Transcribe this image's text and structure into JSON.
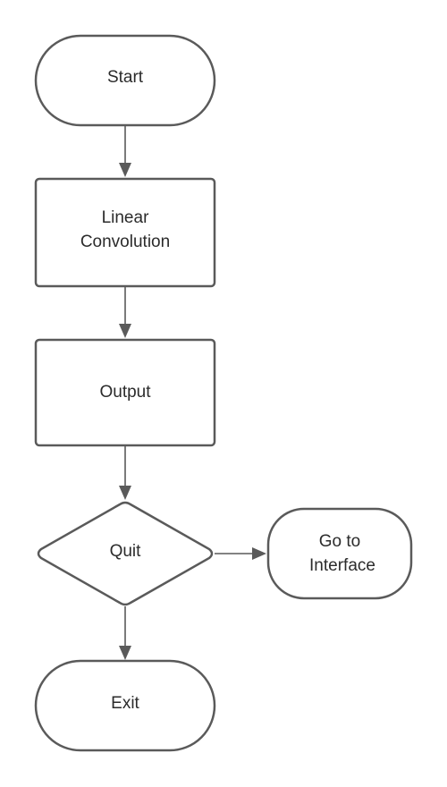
{
  "flowchart": {
    "start": {
      "label": "Start"
    },
    "linear_convolution": {
      "line1": "Linear",
      "line2": "Convolution"
    },
    "output": {
      "label": "Output"
    },
    "quit": {
      "label": "Quit"
    },
    "go_to_interface": {
      "line1": "Go to",
      "line2": "Interface"
    },
    "exit": {
      "label": "Exit"
    }
  },
  "colors": {
    "stroke": "#5a5a5a",
    "fill": "#ffffff",
    "text": "#2b2b2b"
  }
}
